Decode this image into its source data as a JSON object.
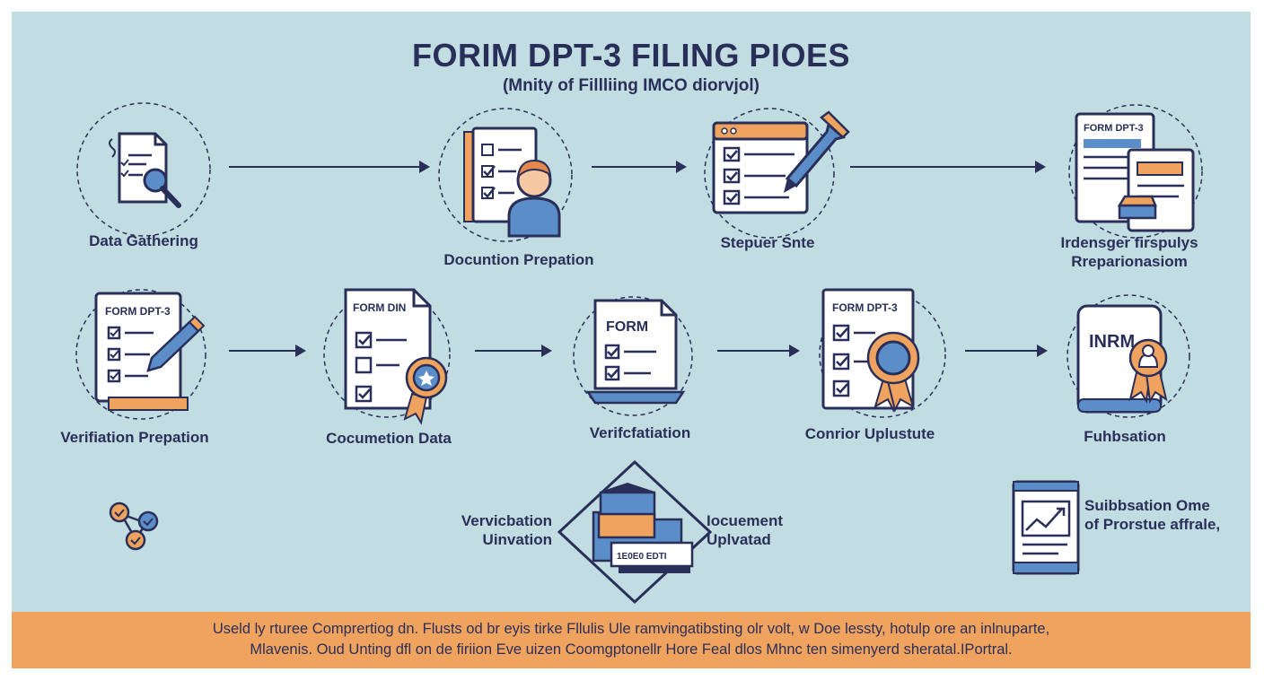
{
  "title": "FORIM DPT-3 FILING PIOES",
  "subtitle": "(Mnity of Fillliing IMCO diorvjol)",
  "row1": [
    {
      "label_lines": [
        "Data Gathering"
      ]
    },
    {
      "label_lines": [
        "Docuntion Prepation"
      ]
    },
    {
      "label_lines": [
        "Stepuer Snte"
      ]
    },
    {
      "label_lines": [
        "Irdensger firspulys",
        "Rreparionasiom"
      ],
      "doc_tag": "FORM DPT-3"
    }
  ],
  "row2": [
    {
      "label_lines": [
        "Verifiation Prepation"
      ],
      "doc_tag": "FORM DPT-3"
    },
    {
      "label_lines": [
        "Cocumetion Data"
      ],
      "doc_tag": "FORM DIN"
    },
    {
      "label_lines": [
        "Verifcfatiation"
      ],
      "doc_tag": "FORM"
    },
    {
      "label_lines": [
        "Conrior Uplustute"
      ],
      "doc_tag": "FORM DPT-3"
    },
    {
      "label_lines": [
        "Fuhbsation"
      ],
      "doc_tag": "INRM"
    }
  ],
  "center": {
    "left_lines": [
      "Vervicbation",
      "Uinvation"
    ],
    "right_lines": [
      "Iocuement",
      "Uplvatad"
    ],
    "card_text": "1E0E0 EDTI"
  },
  "side_note_lines": [
    "Suibbsation Ome",
    "of Prorstue affrale,"
  ],
  "footer_lines": [
    "Useld ly rturee Comprertiog dn. Flusts od br eyis tirke Fllulis Ule ramvingatibsting olr volt, w Doe lessty, hotulp ore an inlnuparte,",
    "Mlavenis. Oud Unting dfl on de firiion Eve uizen Coomgptonellr Hore Feal dlos Mhnc ten simenyerd sheratal.IPortral."
  ],
  "colors": {
    "background": "#c1dde2",
    "ink": "#2a2f5a",
    "accent_orange": "#f0a35e",
    "accent_blue": "#5b8ec9",
    "footer": "#f0a35e"
  },
  "icons": [
    "magnifier-document-icon",
    "checklist-person-icon",
    "browser-checklist-pen-icon",
    "stacked-documents-icon",
    "form-pencil-icon",
    "form-badge-icon",
    "monitor-form-icon",
    "form-rosette-icon",
    "tablet-badge-icon",
    "share-nodes-icon",
    "folder-card-icon",
    "tablet-chart-icon"
  ]
}
